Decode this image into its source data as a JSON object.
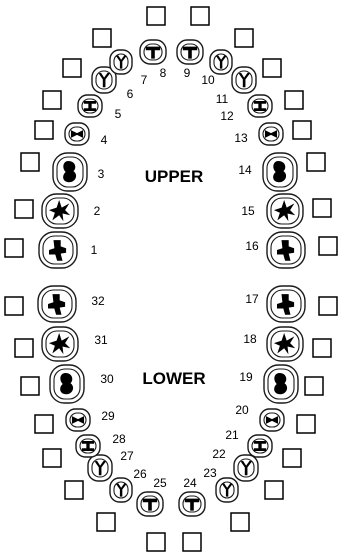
{
  "labels": {
    "upper": "UPPER",
    "lower": "LOWER"
  },
  "teeth": [
    {
      "number": "1",
      "checked": false,
      "mark": "molar"
    },
    {
      "number": "2",
      "checked": false,
      "mark": "star"
    },
    {
      "number": "3",
      "checked": false,
      "mark": "blob"
    },
    {
      "number": "4",
      "checked": false,
      "mark": "bowtie"
    },
    {
      "number": "5",
      "checked": false,
      "mark": "ibeam"
    },
    {
      "number": "6",
      "checked": false,
      "mark": "y"
    },
    {
      "number": "7",
      "checked": false,
      "mark": "y"
    },
    {
      "number": "8",
      "checked": false,
      "mark": "t"
    },
    {
      "number": "9",
      "checked": false,
      "mark": "t"
    },
    {
      "number": "10",
      "checked": false,
      "mark": "y"
    },
    {
      "number": "11",
      "checked": false,
      "mark": "y"
    },
    {
      "number": "12",
      "checked": false,
      "mark": "ibeam"
    },
    {
      "number": "13",
      "checked": false,
      "mark": "bowtie"
    },
    {
      "number": "14",
      "checked": false,
      "mark": "blob"
    },
    {
      "number": "15",
      "checked": false,
      "mark": "star"
    },
    {
      "number": "16",
      "checked": false,
      "mark": "molar"
    },
    {
      "number": "17",
      "checked": false,
      "mark": "molar"
    },
    {
      "number": "18",
      "checked": false,
      "mark": "star"
    },
    {
      "number": "19",
      "checked": false,
      "mark": "blob"
    },
    {
      "number": "20",
      "checked": false,
      "mark": "bowtie"
    },
    {
      "number": "21",
      "checked": false,
      "mark": "ibeam"
    },
    {
      "number": "22",
      "checked": false,
      "mark": "y"
    },
    {
      "number": "23",
      "checked": false,
      "mark": "y"
    },
    {
      "number": "24",
      "checked": false,
      "mark": "t"
    },
    {
      "number": "25",
      "checked": false,
      "mark": "t"
    },
    {
      "number": "26",
      "checked": false,
      "mark": "y"
    },
    {
      "number": "27",
      "checked": false,
      "mark": "y"
    },
    {
      "number": "28",
      "checked": false,
      "mark": "ibeam"
    },
    {
      "number": "29",
      "checked": false,
      "mark": "bowtie"
    },
    {
      "number": "30",
      "checked": false,
      "mark": "blob"
    },
    {
      "number": "31",
      "checked": false,
      "mark": "star"
    },
    {
      "number": "32",
      "checked": false,
      "mark": "molar"
    }
  ]
}
